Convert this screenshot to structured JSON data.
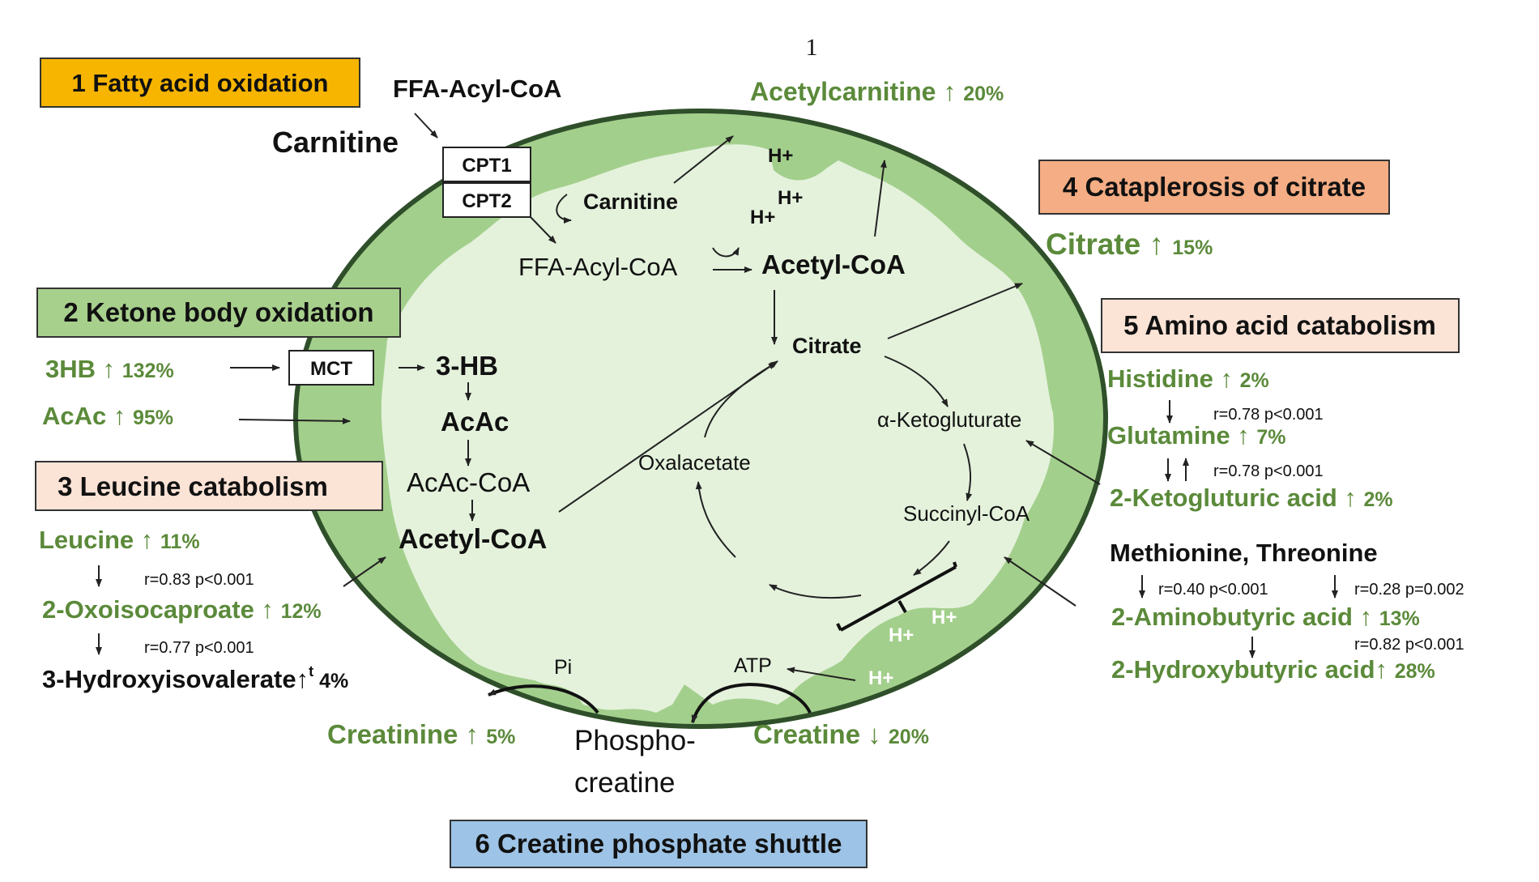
{
  "page_number": "1",
  "colors": {
    "green_text": "#5b8a3a",
    "cell_outer": "#a3cf8c",
    "cell_inner": "#e4f2dc",
    "cell_border": "#2f4f2a",
    "box_yellow": "#f7b500",
    "box_green": "#a8d08d",
    "box_peach": "#f4ad84",
    "box_light_peach": "#fbe3d6",
    "box_blue": "#9dc3e6"
  },
  "sections": {
    "fatty_acid": "1 Fatty acid oxidation",
    "ketone": "2 Ketone body oxidation",
    "leucine": "3 Leucine catabolism",
    "cataplerosis": "4 Cataplerosis of citrate",
    "amino_acid": "5 Amino acid catabolism",
    "creatine_shuttle": "6 Creatine phosphate shuttle"
  },
  "top": {
    "ffa_acyl_coa_outside": "FFA-Acyl-CoA",
    "carnitine_outside": "Carnitine",
    "cpt1": "CPT1",
    "cpt2": "CPT2",
    "carnitine_inside": "Carnitine",
    "ffa_acyl_coa_inside": "FFA-Acyl-CoA",
    "acetyl_coa_top": "Acetyl-CoA",
    "acetylcarnitine": "Acetylcarnitine",
    "acetylcarnitine_pct": "20%",
    "hplus": "H+"
  },
  "ketone": {
    "hb_outside": "3HB",
    "hb_pct": "132%",
    "acac_outside": "AcAc",
    "acac_pct": "95%",
    "mct": "MCT",
    "hb_inside": "3-HB",
    "acac_inside": "AcAc",
    "acac_coa": "AcAc-CoA",
    "acetyl_coa": "Acetyl-CoA"
  },
  "leucine": {
    "leucine": "Leucine",
    "leucine_pct": "11%",
    "r1": "r=0.83 p<0.001",
    "oxo": "2-Oxoisocaproate",
    "oxo_pct": "12%",
    "r2": "r=0.77 p<0.001",
    "hiv": "3-Hydroxyisovalerate",
    "hiv_sup": "t",
    "hiv_pct": "4%"
  },
  "tca": {
    "citrate": "Citrate",
    "akg": "α-Ketogluturate",
    "succinyl": "Succinyl-CoA",
    "oxaloacetate": "Oxalacetate"
  },
  "cataplerosis": {
    "citrate": "Citrate",
    "citrate_pct": "15%"
  },
  "amino": {
    "histidine": "Histidine",
    "histidine_pct": "2%",
    "r1": "r=0.78 p<0.001",
    "glutamine": "Glutamine",
    "glutamine_pct": "7%",
    "r2": "r=0.78 p<0.001",
    "ketoglut": "2-Ketogluturic acid",
    "ketoglut_pct": "2%",
    "met_thr": "Methionine, Threonine",
    "r3": "r=0.40  p<0.001",
    "r4": "r=0.28  p=0.002",
    "aminobut": "2-Aminobutyric acid",
    "aminobut_pct": "13%",
    "r5": "r=0.82  p<0.001",
    "hydroxybut": "2-Hydroxybutyric acid",
    "hydroxybut_pct": "28%"
  },
  "creatine": {
    "pi": "Pi",
    "atp": "ATP",
    "creatinine": "Creatinine",
    "creatinine_pct": "5%",
    "phospho1": "Phospho-",
    "phospho2": "creatine",
    "creatine": "Creatine",
    "creatine_pct": "20%"
  }
}
